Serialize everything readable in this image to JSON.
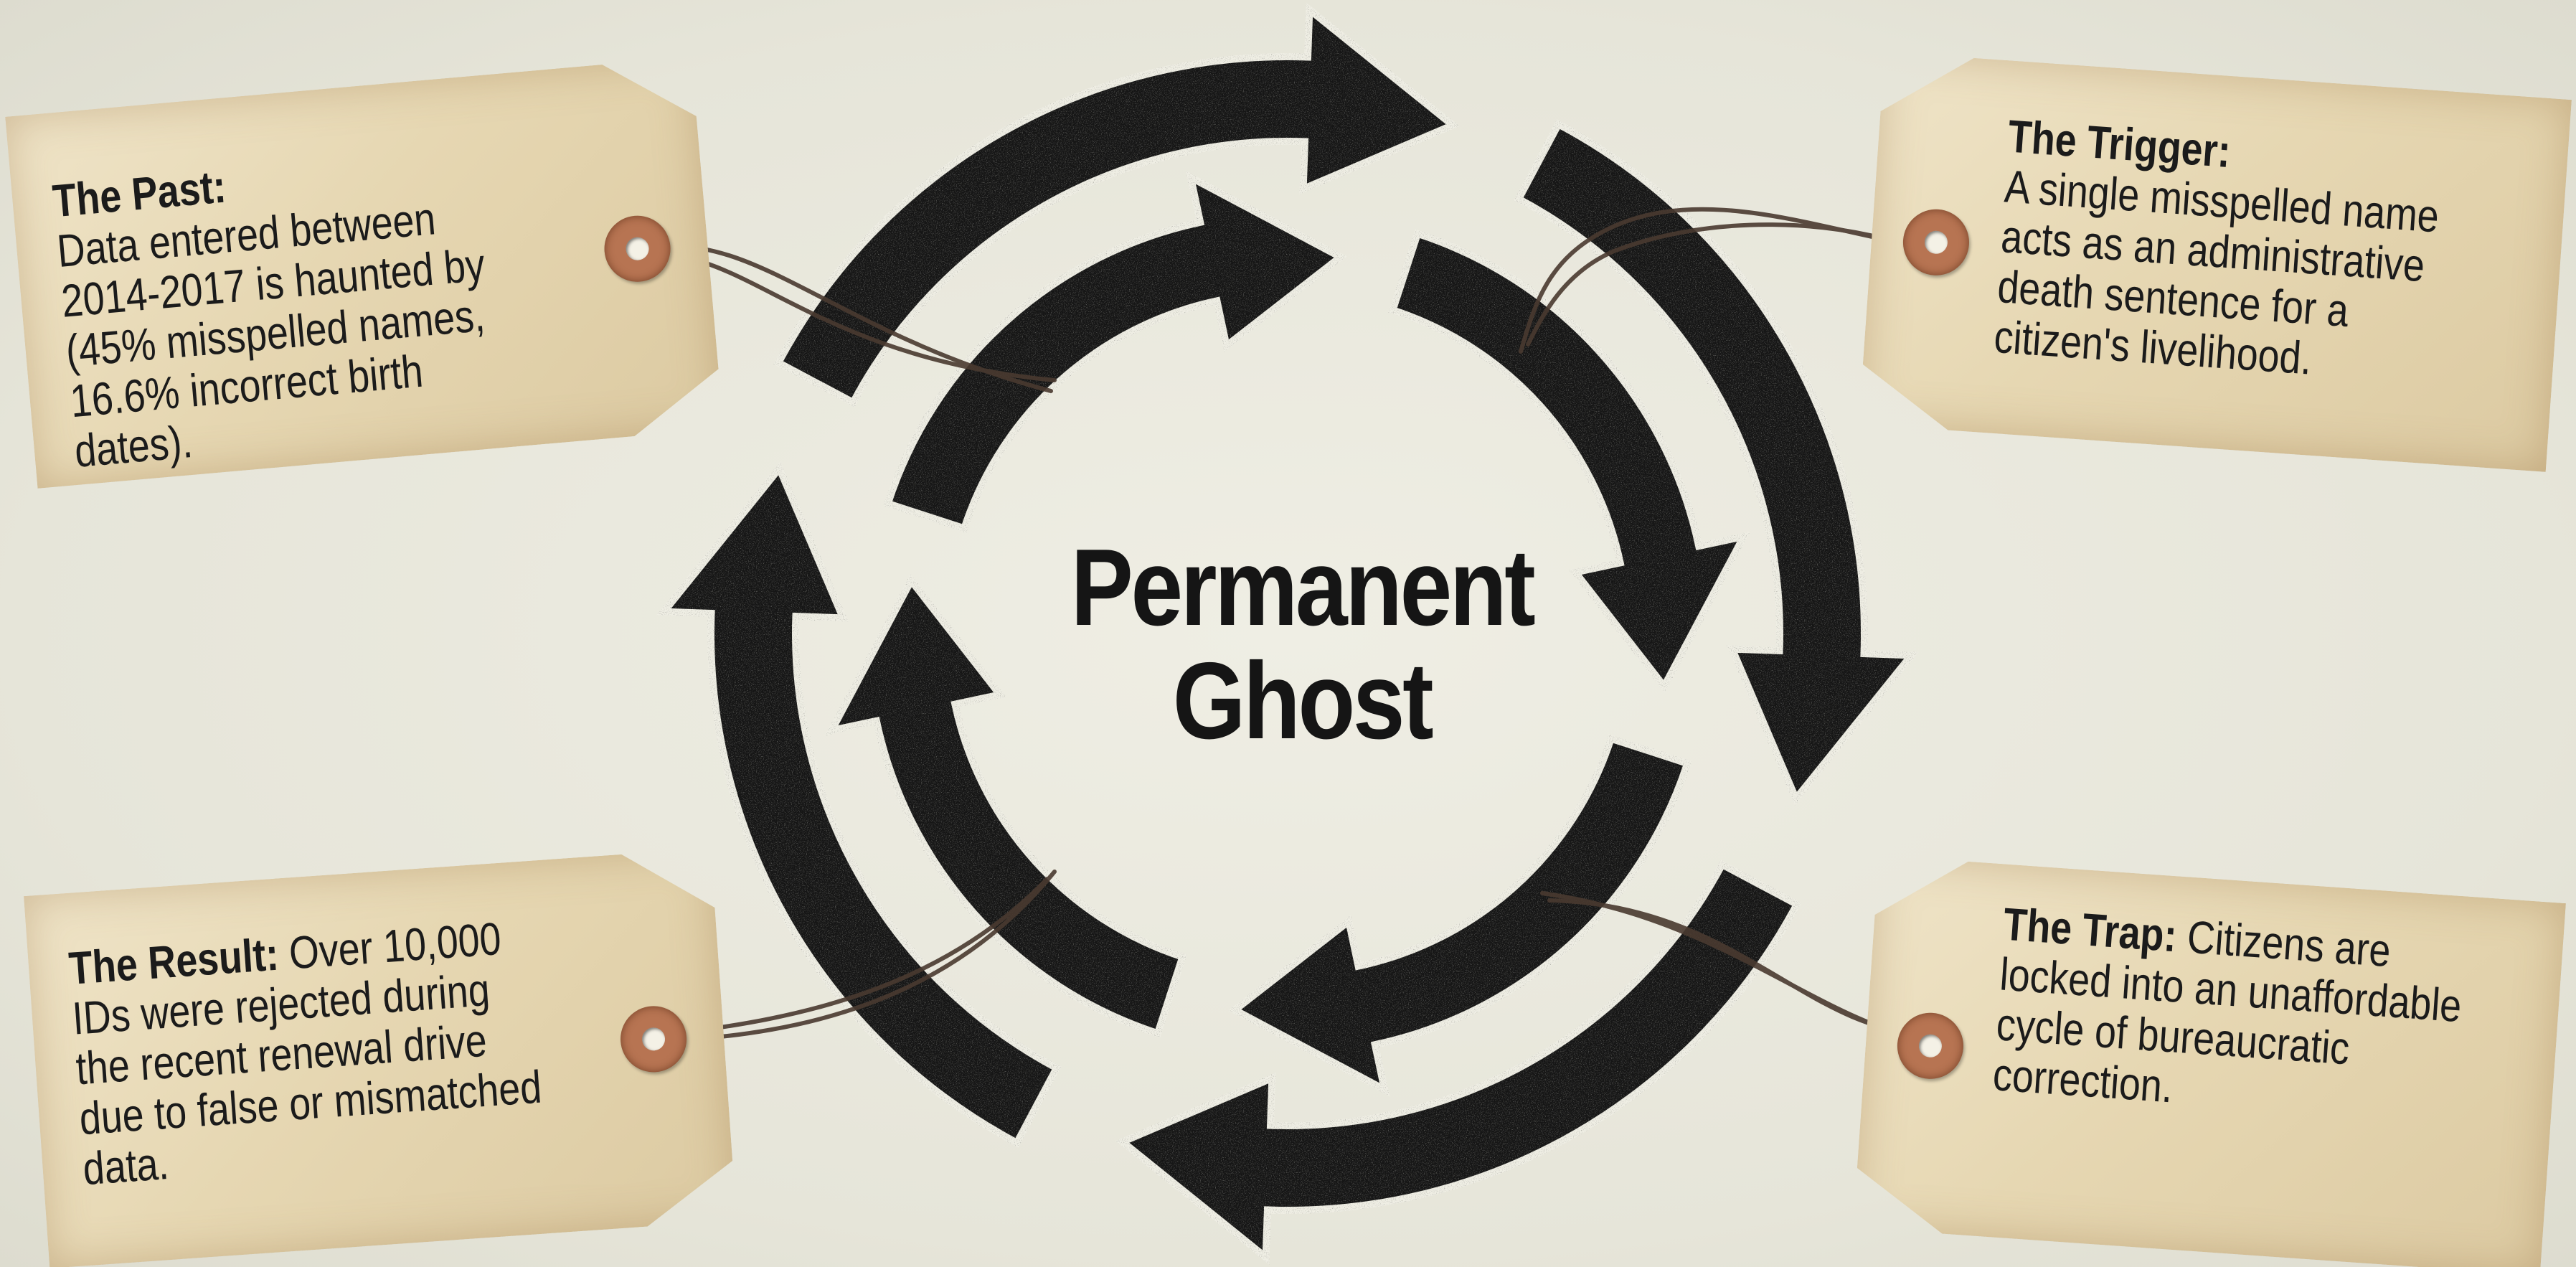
{
  "center": {
    "title_line1": "Permanent",
    "title_line2": "Ghost"
  },
  "tags": {
    "past": {
      "heading": "The Past:",
      "body": "Data entered between 2014-2017 is haunted by (45% misspelled names, 16.6% incorrect birth dates)."
    },
    "trigger": {
      "heading": "The Trigger:",
      "body": "A single misspelled name acts as an administrative death sentence for a citizen's livelihood."
    },
    "result": {
      "heading": "The Result:",
      "body": "Over 10,000 IDs were rejected during the recent renewal drive due to false or mismatched data."
    },
    "trap": {
      "heading": "The Trap:",
      "body": "Citizens are locked into an unaffordable cycle of bureaucratic correction."
    }
  },
  "colors": {
    "background": "#e9e8dd",
    "arrows": "#141414",
    "tag_paper": "#e6d7b2",
    "eyelet": "#b77452",
    "string": "#4a3a30"
  },
  "icons": [
    "cycle-arrows-icon",
    "tag-eyelet-icon"
  ]
}
